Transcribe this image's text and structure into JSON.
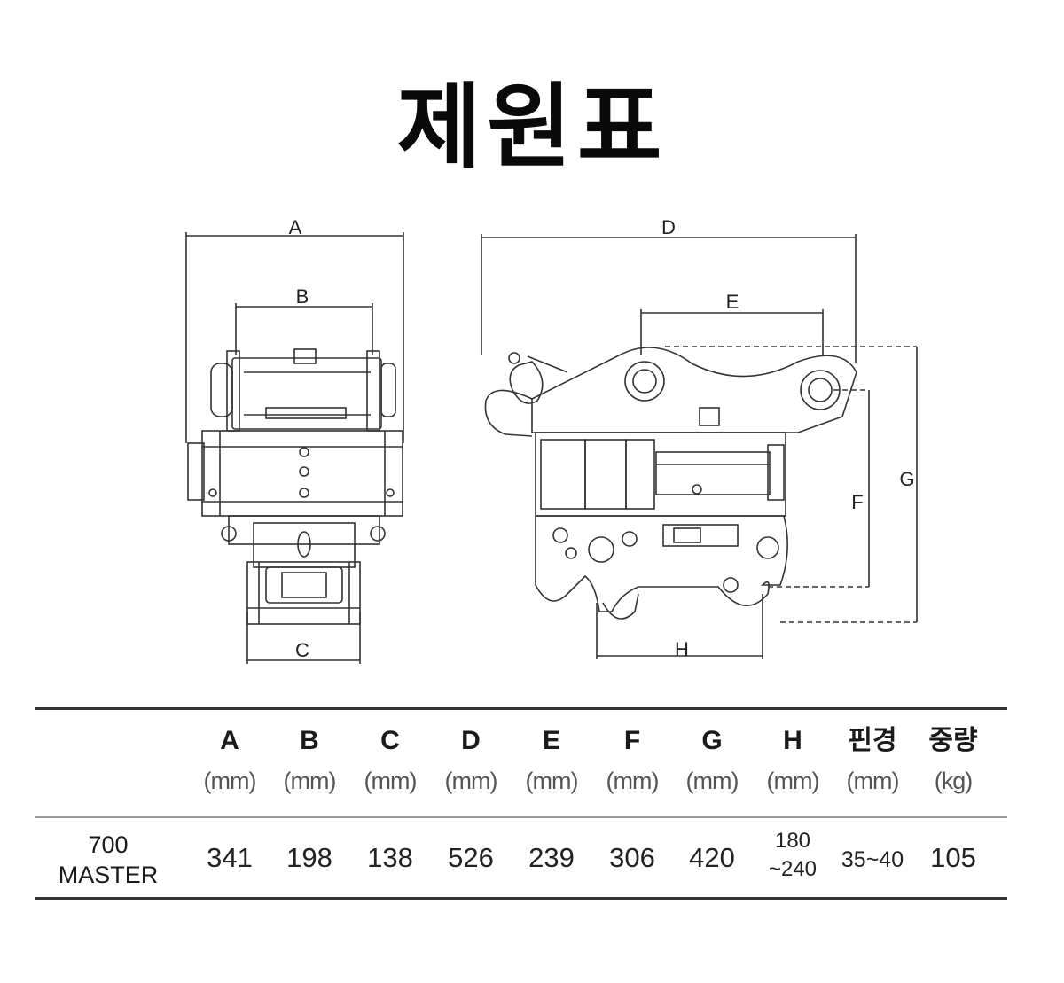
{
  "title": "제원표",
  "diagram": {
    "labels": {
      "A": "A",
      "B": "B",
      "C": "C",
      "D": "D",
      "E": "E",
      "F": "F",
      "G": "G",
      "H": "H"
    }
  },
  "spec_table": {
    "columns": [
      {
        "name": "A",
        "unit": "(mm)"
      },
      {
        "name": "B",
        "unit": "(mm)"
      },
      {
        "name": "C",
        "unit": "(mm)"
      },
      {
        "name": "D",
        "unit": "(mm)"
      },
      {
        "name": "E",
        "unit": "(mm)"
      },
      {
        "name": "F",
        "unit": "(mm)"
      },
      {
        "name": "G",
        "unit": "(mm)"
      },
      {
        "name": "H",
        "unit": "(mm)"
      },
      {
        "name": "핀경",
        "unit": "(mm)"
      },
      {
        "name": "중량",
        "unit": "(kg)"
      }
    ],
    "rows": [
      {
        "model_line1": "700",
        "model_line2": "MASTER",
        "values": [
          "341",
          "198",
          "138",
          "526",
          "239",
          "306",
          "420"
        ],
        "h_line1": "180",
        "h_line2": "~240",
        "pin": "35~40",
        "weight": "105"
      }
    ]
  }
}
